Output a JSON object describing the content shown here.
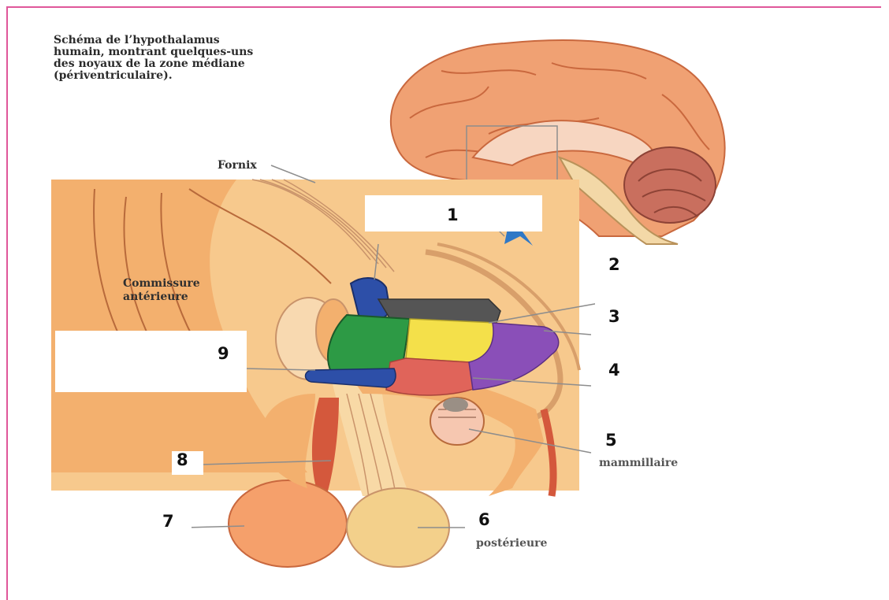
{
  "title": "Schéma de l’hypothalamus humain, montrant quelques-uns des noyaux de la zone médiane (périventriculaire).",
  "labels": {
    "fornix": "Fornix",
    "commissure": "Commissure antérieure",
    "mammillaire_partial": "mammillaire",
    "posterieure_partial": "postérieure"
  },
  "numbers": [
    "1",
    "2",
    "3",
    "4",
    "5",
    "6",
    "7",
    "8",
    "9"
  ],
  "colors": {
    "frame": "#e0579a",
    "brain": "#f0a173",
    "background_tissue": "#f7c98d",
    "nucleus_blue": "#2d4fa8",
    "nucleus_green": "#2d9a45",
    "nucleus_yellow": "#f4e04a",
    "nucleus_purple": "#8a4fb8",
    "nucleus_red": "#e0645a",
    "nucleus_dark": "#555555"
  }
}
